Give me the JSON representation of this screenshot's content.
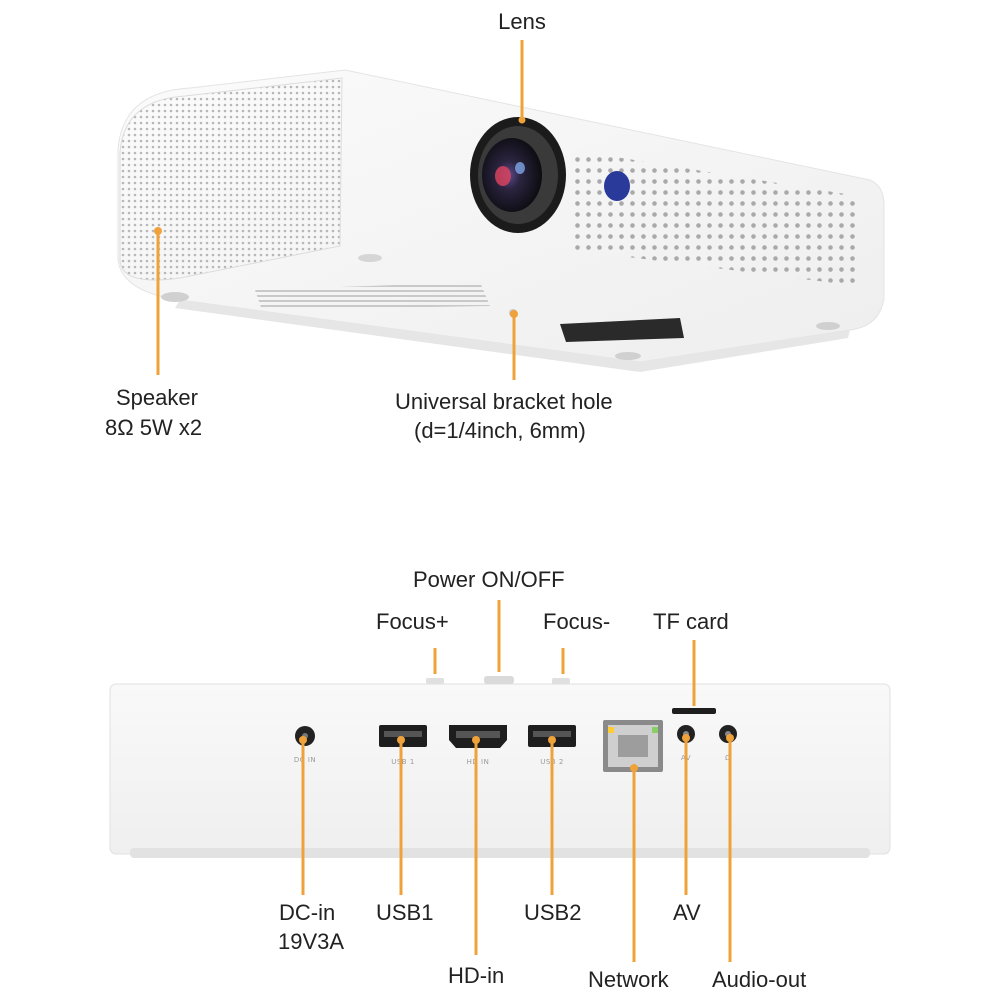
{
  "colors": {
    "accent": "#f0a23a",
    "body": "#f6f6f6",
    "shadow": "#d9d9d9"
  },
  "top_view": {
    "labels": {
      "lens": "Lens",
      "speaker_line1": "Speaker",
      "speaker_line2": "8Ω 5W x2",
      "bracket_line1": "Universal bracket hole",
      "bracket_line2": "(d=1/4inch, 6mm)"
    }
  },
  "rear_view": {
    "labels": {
      "power": "Power ON/OFF",
      "focus_plus": "Focus+",
      "focus_minus": "Focus-",
      "tf_card": "TF card",
      "dc_in_line1": "DC-in",
      "dc_in_line2": "19V3A",
      "usb1": "USB1",
      "hd_in": "HD-in",
      "usb2": "USB2",
      "network": "Network",
      "av": "AV",
      "audio_out": "Audio-out"
    },
    "port_print": {
      "dc": "DC IN",
      "usb1": "USB 1",
      "hd": "HD  IN",
      "usb2": "USB 2",
      "av": "AV",
      "audio": "Ω"
    }
  }
}
